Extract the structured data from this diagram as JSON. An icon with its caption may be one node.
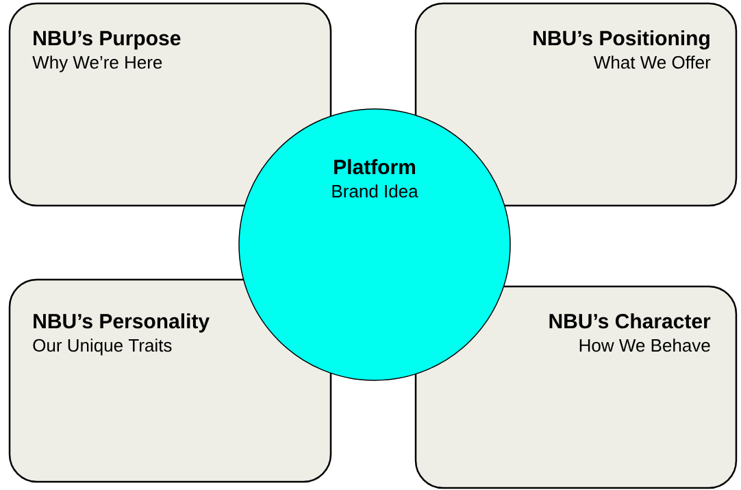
{
  "diagram": {
    "nodes": [
      {
        "text": [
          "NBU’s Purpose",
          "Why We’re Here"
        ]
      },
      {
        "text": [
          "NBU’s Positioning",
          "What We Offer"
        ]
      },
      {
        "text": [
          "Platform",
          "Brand Idea"
        ]
      },
      {
        "text": [
          "NBU’s Personality",
          "Our Unique Traits"
        ]
      },
      {
        "text": [
          "NBU’s Character",
          "How We Behave"
        ]
      }
    ]
  }
}
